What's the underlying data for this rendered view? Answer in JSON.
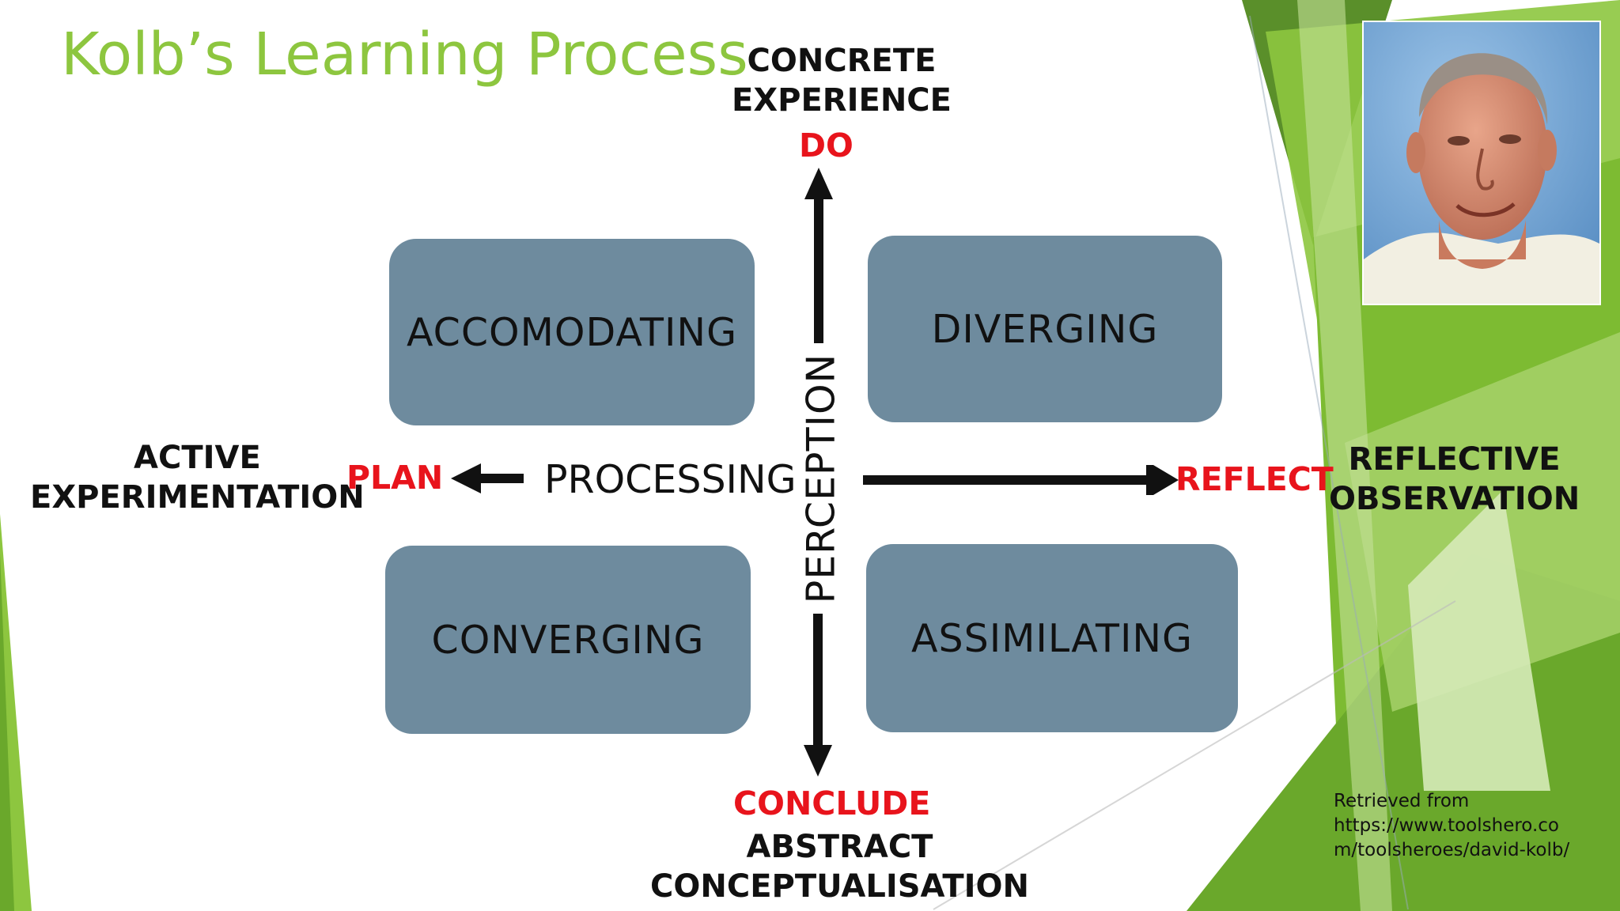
{
  "slide": {
    "title": "Kolb’s Learning Process",
    "accent_color": "#8dc63f",
    "highlight_color": "#e8141c",
    "quadrant_color": "#6e8b9e"
  },
  "diagram": {
    "top": {
      "line1": "CONCRETE",
      "line2": "EXPERIENCE",
      "action": "DO"
    },
    "bottom": {
      "action": "CONCLUDE",
      "line1": "ABSTRACT",
      "line2": "CONCEPTUALISATION"
    },
    "left": {
      "line1": "ACTIVE",
      "line2": "EXPERIMENTATION",
      "action": "PLAN"
    },
    "right": {
      "action": "REFLECT",
      "line1": "REFLECTIVE",
      "line2": "OBSERVATION"
    },
    "horizontal_axis_label": "PROCESSING",
    "vertical_axis_label": "PERCEPTION",
    "quadrants": {
      "top_left": "ACCOMODATING",
      "top_right": "DIVERGING",
      "bottom_left": "CONVERGING",
      "bottom_right": "ASSIMILATING"
    }
  },
  "photo": {
    "icon": "portrait-photo"
  },
  "credit": {
    "line1": "Retrieved from",
    "line2": "https://www.toolshero.co",
    "line3": "m/toolsheroes/david-kolb/"
  }
}
